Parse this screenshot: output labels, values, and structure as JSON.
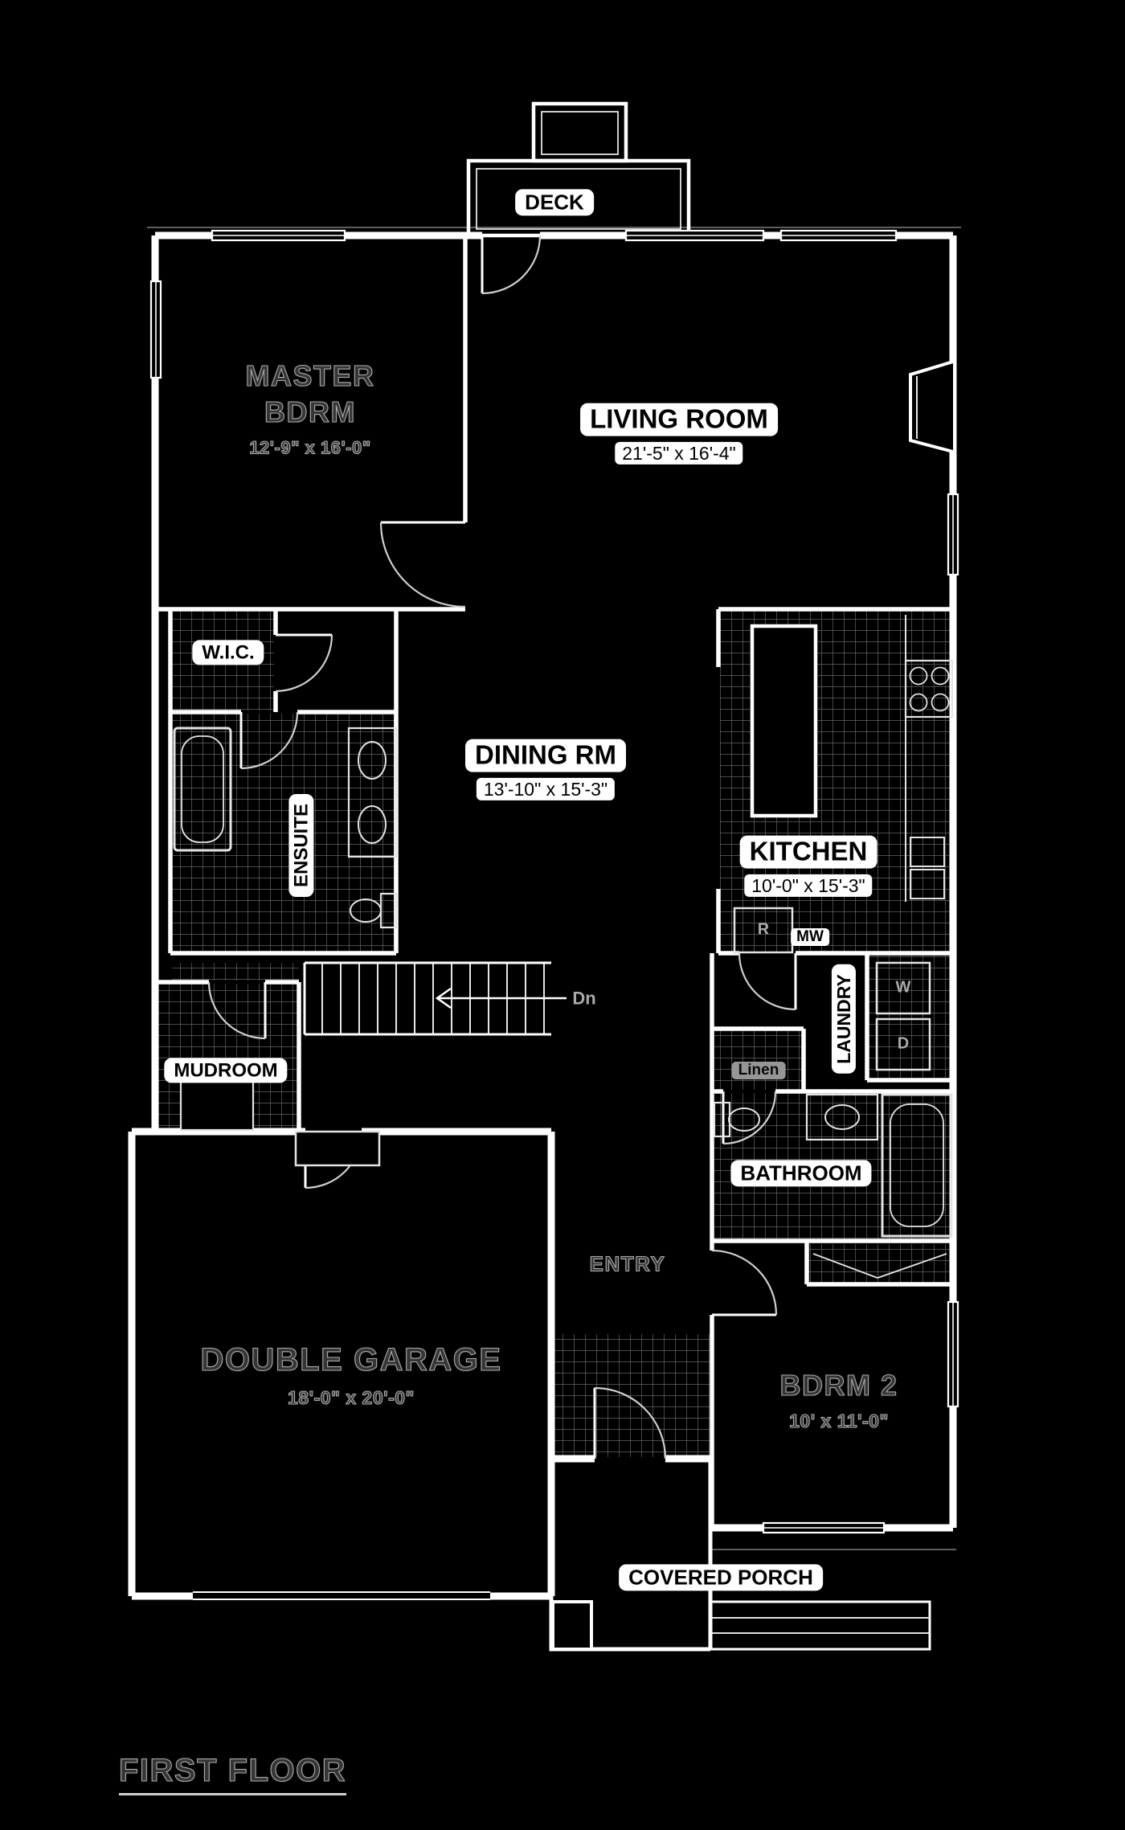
{
  "colors": {
    "background": "#000000",
    "linework": "#ffffff",
    "tile_grid": "#757575",
    "label_badge_bg": "#ffffff",
    "label_badge_text": "#000000"
  },
  "labels": {
    "deck": "DECK",
    "master_name_line1": "MASTER",
    "master_name_line2": "BDRM",
    "master_dim": "12'-9\" x 16'-0\"",
    "living_name": "LIVING ROOM",
    "living_dim": "21'-5\" x 16'-4\"",
    "wic": "W.I.C.",
    "dining_name": "DINING RM",
    "dining_dim": "13'-10\" x 15'-3\"",
    "ensuite": "ENSUITE",
    "kitchen_name": "KITCHEN",
    "kitchen_dim": "10'-0\" x 15'-3\"",
    "range_mark": "R",
    "microwave_mark": "MW",
    "laundry": "LAUNDRY",
    "washer_mark": "W",
    "dryer_mark": "D",
    "stairs_direction": "Dn",
    "mudroom": "MUDROOM",
    "linen": "Linen",
    "bathroom": "BATHROOM",
    "entry": "ENTRY",
    "garage_name": "DOUBLE GARAGE",
    "garage_dim": "18'-0\" x 20'-0\"",
    "bdrm2_name": "BDRM 2",
    "bdrm2_dim": "10' x 11'-0\"",
    "covered_porch": "COVERED PORCH"
  },
  "title": "FIRST FLOOR"
}
